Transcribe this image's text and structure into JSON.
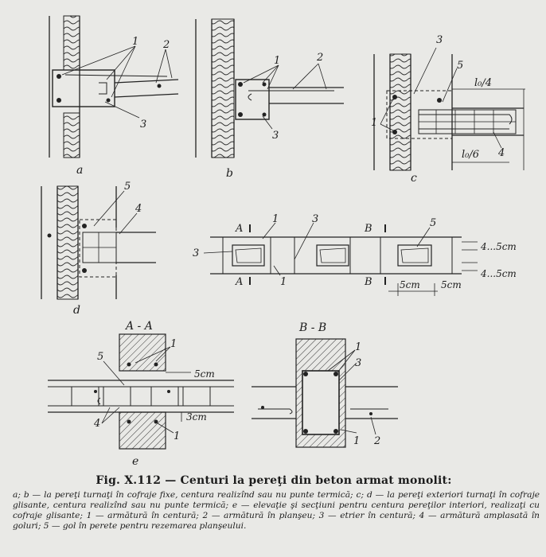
{
  "figure": {
    "caption_title": "Fig. X.112 — Centuri la pereţi din beton armat monolit:",
    "caption_body": "a; b — la pereţi turnaţi în cofraje fixe, centura realizînd sau nu punte termică; c; d — la pereţi exteriori turnaţi în cofraje glisante, centura realizînd sau nu punte termică; e — elevaţie şi secţiuni pentru centura pereţilor interiori, realizaţi cu cofraje glisante; 1 — armătură în centură; 2 — armătură în planşeu; 3 — etrier în centură; 4 — armătură amplasată în goluri; 5 — gol în perete pentru rezemarea planşeului."
  },
  "labels": {
    "num_1": "1",
    "num_2": "2",
    "num_3": "3",
    "num_4": "4",
    "num_5": "5",
    "detail_a": "a",
    "detail_b": "b",
    "detail_c": "c",
    "detail_d": "d",
    "detail_e": "e",
    "lo4": "l₀/4",
    "lo6": "l₀/6",
    "sec_A": "A",
    "sec_B": "B",
    "dim_4_5cm": "4...5cm",
    "dim_5cm": "5cm",
    "dim_3cm": "3cm",
    "section_AA": "A - A",
    "section_BB": "B - B"
  }
}
